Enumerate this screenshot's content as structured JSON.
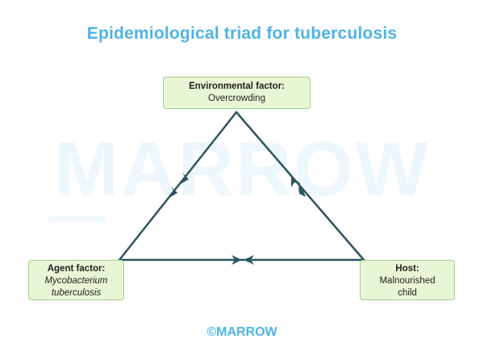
{
  "title": "Epidemiological triad for tuberculosis",
  "watermark": "MARROW",
  "copyright": "©MARROW",
  "nodes": {
    "environment": {
      "label": "Environmental factor:",
      "value": "Overcrowding"
    },
    "agent": {
      "label": "Agent factor:",
      "value_lines": [
        "Mycobacterium",
        "tuberculosis"
      ]
    },
    "host": {
      "label": "Host:",
      "value_lines": [
        "Malnourished",
        "child"
      ]
    }
  },
  "colors": {
    "title": "#4fb3e3",
    "line": "#2d5560",
    "box_fill": "#e8f6d5",
    "box_border": "#9fd08c"
  }
}
